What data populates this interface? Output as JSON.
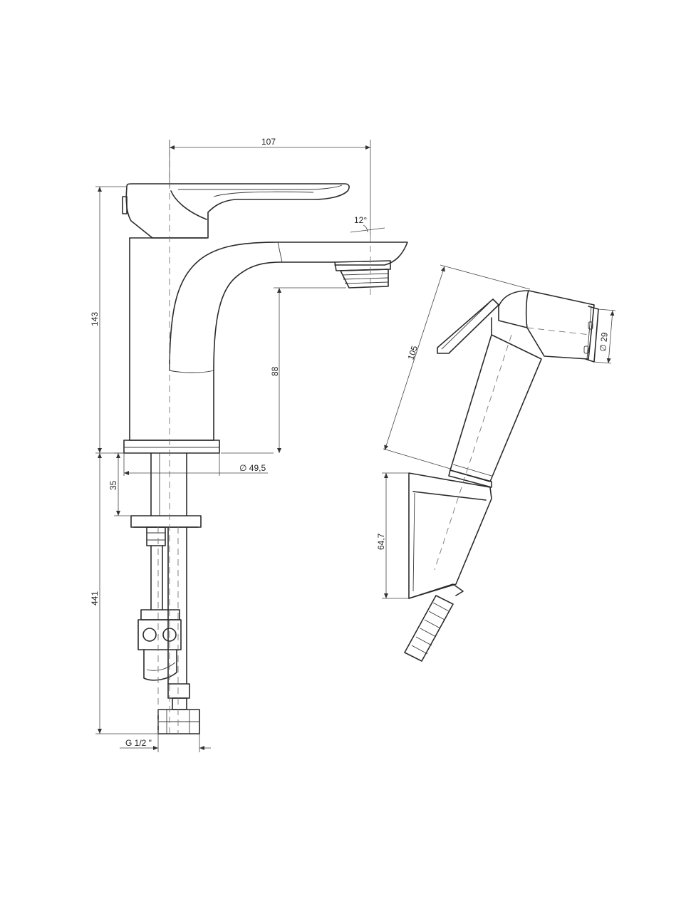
{
  "dimensions": {
    "width_107": "107",
    "height_143": "143",
    "spout_88": "88",
    "angle_12": "12°",
    "diameter_base": "∅ 49,5",
    "depth_35": "35",
    "hose_441": "441",
    "thread_g12": "G 1/2 \"",
    "shower_105": "105",
    "shower_diam_29": "∅ 29",
    "holder_64_7": "64,7"
  }
}
